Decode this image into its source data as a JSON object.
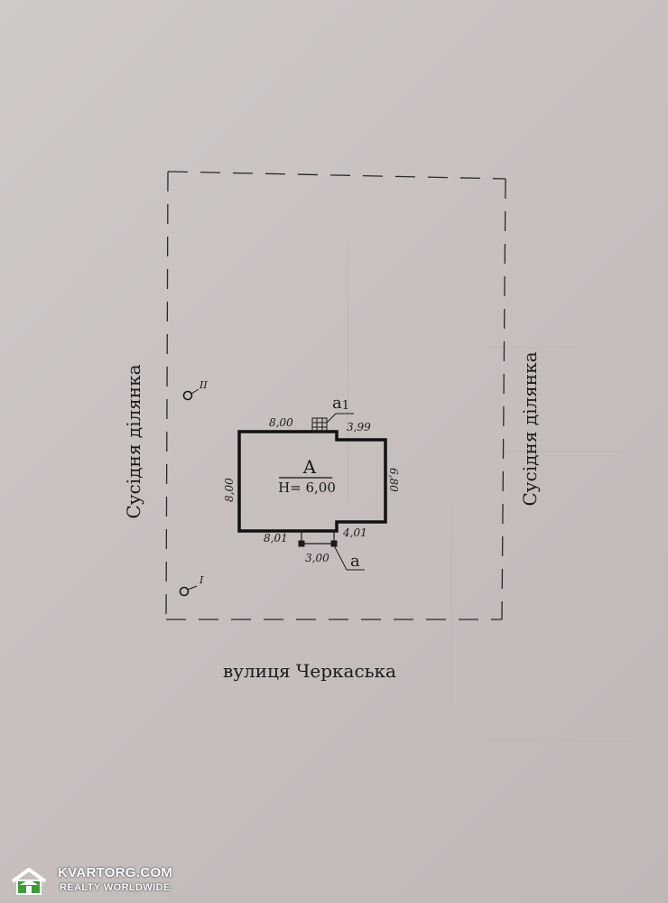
{
  "labels": {
    "neighbor_left": "Сусідня ділянка",
    "neighbor_right": "Сусідня ділянка",
    "street": "вулиця  Черкаська"
  },
  "building": {
    "letter": "А",
    "height": "Н= 6,00"
  },
  "dimensions": {
    "top_left": "8,00",
    "top_right": "3,99",
    "left": "8,00",
    "right": "6,80",
    "bottom_left": "8,01",
    "bottom_right": "4,01",
    "porch": "3,00"
  },
  "annotations": {
    "a1": "а",
    "a1_sub": "1",
    "a": "а"
  },
  "points": {
    "point_2": "II",
    "point_1": "I"
  },
  "watermark": {
    "name": "KVARTORG.COM",
    "subtitle": "REALTY WORLDWIDE"
  },
  "colors": {
    "paper": "#c9c3c2",
    "ink": "#1a1a1a",
    "watermark_green": "#3c9b3a"
  }
}
